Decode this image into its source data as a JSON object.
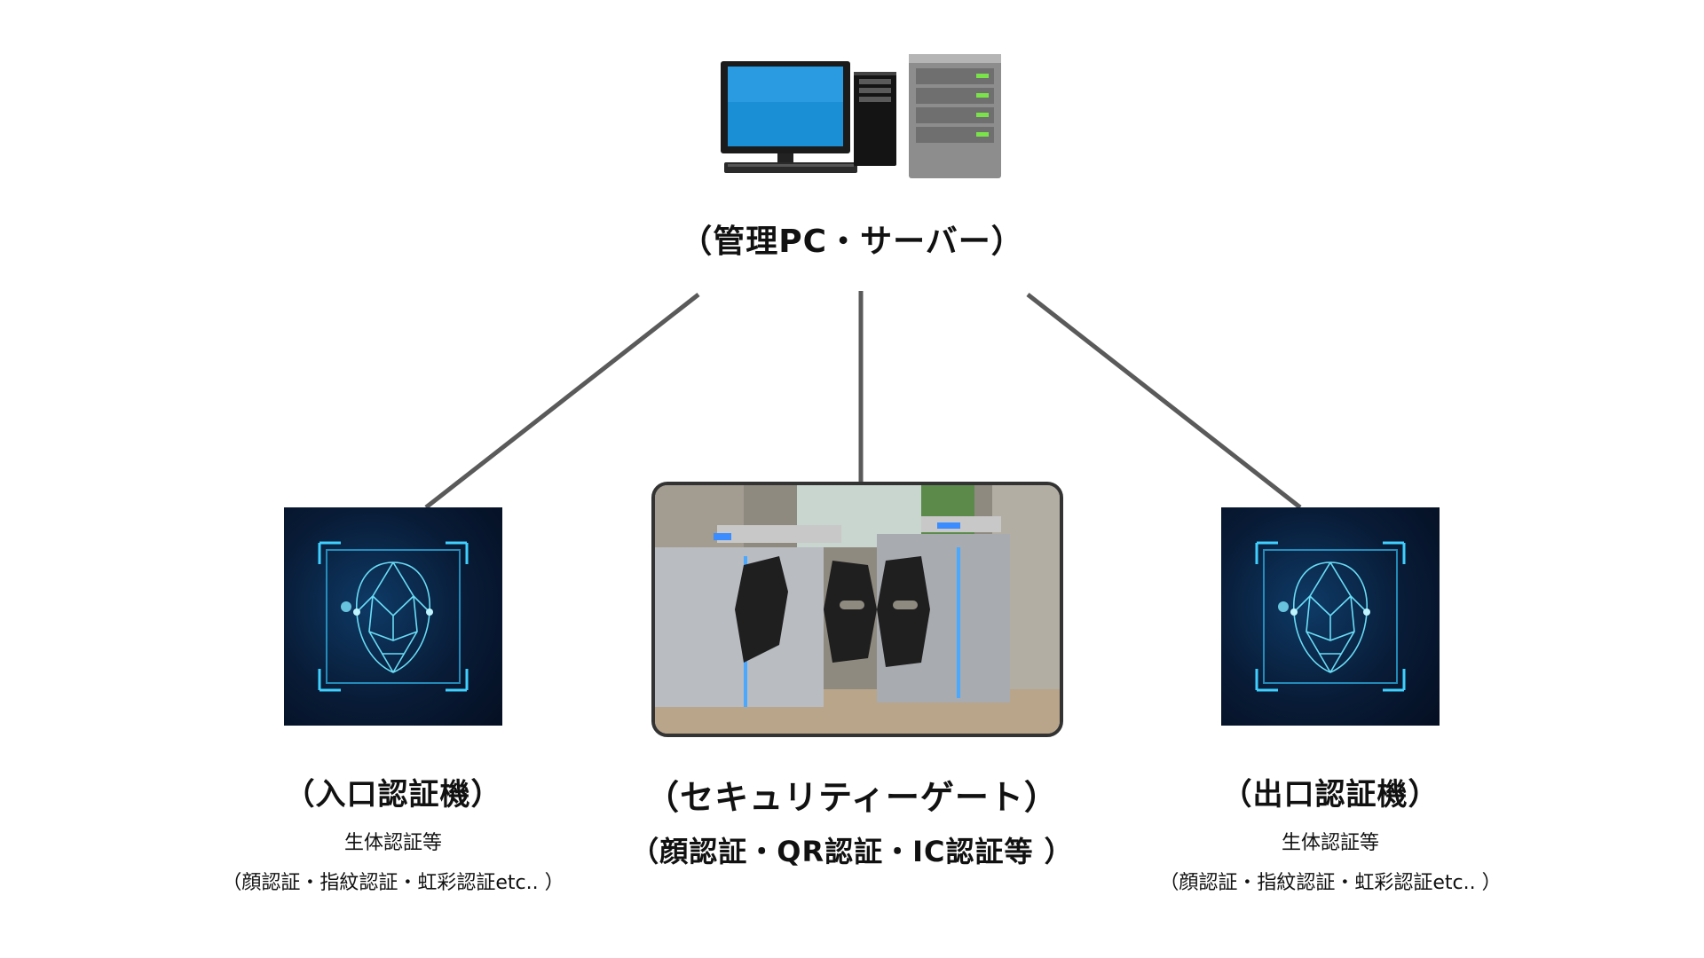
{
  "server": {
    "label": "（管理PC・サーバー）",
    "icons": [
      "monitor-icon",
      "pc-tower-icon",
      "rack-server-icon"
    ]
  },
  "entrance": {
    "title": "（入口認証機）",
    "line1": "生体認証等",
    "line2": "（顔認証・指紋認証・虹彩認証etc.. ）",
    "icon": "face-recognition-icon"
  },
  "gate": {
    "title": "（セキュリティーゲート）",
    "subtitle": "（顔認証・QR認証・IC認証等 ）",
    "icon": "security-gate-photo"
  },
  "exit": {
    "title": "（出口認証機）",
    "line1": "生体認証等",
    "line2": "（顔認証・指紋認証・虹彩認証etc.. ）",
    "icon": "face-recognition-icon"
  },
  "colors": {
    "connector": "#5a5a5a",
    "panel_glow": "#3fd0ff",
    "led_green": "#7be34a"
  }
}
